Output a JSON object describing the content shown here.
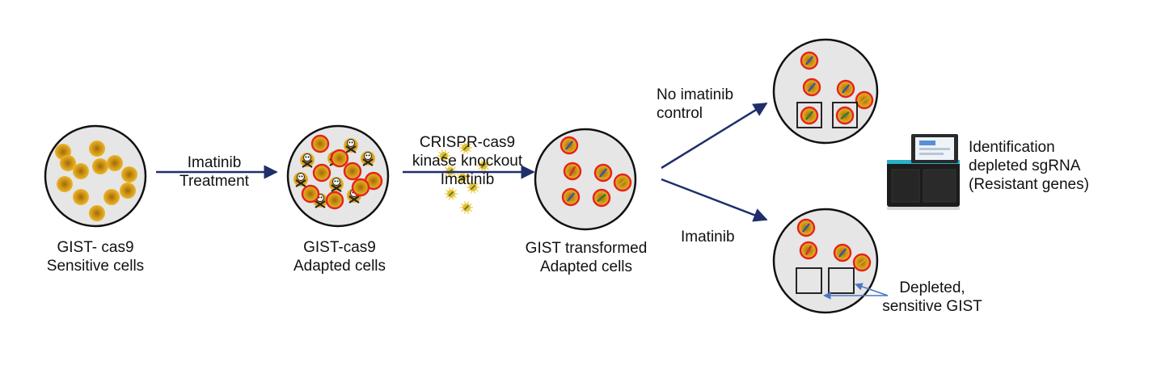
{
  "colors": {
    "dish_fill": "#e6e6e6",
    "dish_stroke": "#111111",
    "cell_fill": "#e7a81c",
    "cell_center": "#b07a10",
    "adapted_ring": "#e4231b",
    "arrow": "#1f2f6b",
    "resistant_arrow": "#4a78c2",
    "sgrna_stick_a": "#3355aa",
    "sgrna_stick_b": "#cc3333",
    "sgrna_stick_c": "#2f7a3a",
    "sequencer_body": "#1c1c1c",
    "sequencer_accent": "#2ab0c9"
  },
  "icons": [
    "skull-crossbones-icon",
    "sgrna-virus-icon",
    "sequencer-machine-icon"
  ],
  "steps": {
    "sensitive": {
      "line1": "GIST- cas9",
      "line2": "Sensitive cells"
    },
    "adapted": {
      "line1": "GIST-cas9",
      "line2": "Adapted cells"
    },
    "transformed": {
      "line1": "GIST transformed",
      "line2": "Adapted cells"
    }
  },
  "arrows": {
    "treatment": {
      "line1": "Imatinib",
      "line2": "Treatment"
    },
    "crispr": {
      "line1": "CRISPR-cas9",
      "line2": "kinase knockout",
      "line3": "Imatinib"
    },
    "control": {
      "line1": "No imatinib",
      "line2": "control"
    },
    "imatinib": {
      "line1": "Imatinib"
    }
  },
  "outputs": {
    "identification": {
      "line1": "Identification",
      "line2": "depleted sgRNA",
      "line3": "(Resistant genes)"
    },
    "depleted": {
      "line1": "Depleted,",
      "line2": "sensitive GIST"
    }
  }
}
